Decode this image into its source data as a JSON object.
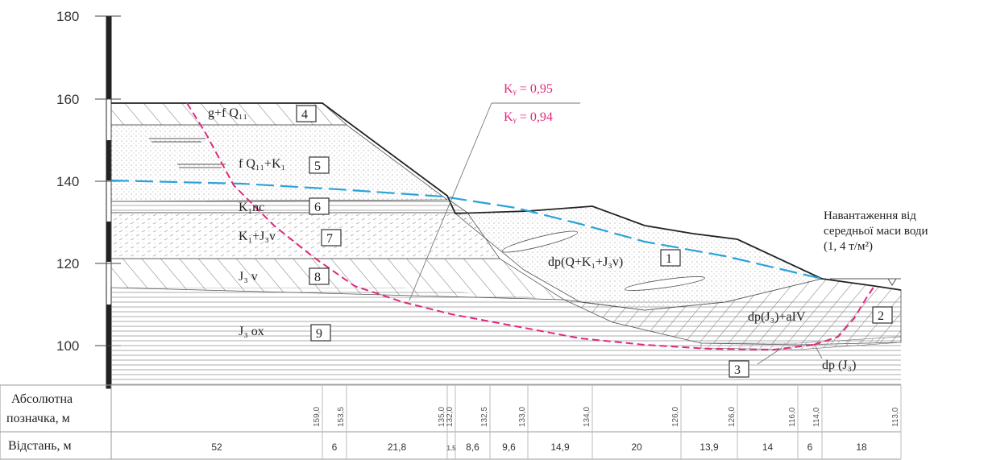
{
  "axis": {
    "ticks": [
      "180",
      "160",
      "140",
      "120",
      "100"
    ]
  },
  "layers": [
    {
      "id": "4",
      "label": "g+f Q₁₁"
    },
    {
      "id": "5",
      "label": "f Q₁₁+K₁"
    },
    {
      "id": "6",
      "label": "K₁nc"
    },
    {
      "id": "7",
      "label": "K₁+J₃v"
    },
    {
      "id": "8",
      "label": "J₃ v"
    },
    {
      "id": "9",
      "label": "J₃ ox"
    },
    {
      "id": "1",
      "label": "dp(Q+K₁+J₃v)"
    },
    {
      "id": "2",
      "label": "dp(J₃)+aIV"
    },
    {
      "id": "3",
      "label": "dp (J₃)"
    }
  ],
  "stability": {
    "k1": "Kᵧ = 0,95",
    "k2": "Kᵧ = 0,94"
  },
  "load_note": {
    "line1": "Навантаження від",
    "line2": "середньої маси води",
    "line3": "(1, 4 т/м²)"
  },
  "table": {
    "row1_label_line1": "Абсолютна",
    "row1_label_line2": "позначка, м",
    "row2_label": "Відстань, м",
    "elevations": [
      "159,0",
      "153,5",
      "135,0",
      "132,0",
      "132,5",
      "133,0",
      "134,0",
      "126,0",
      "126,0",
      "116,0",
      "114,0",
      "113,0"
    ],
    "distances": [
      "52",
      "6",
      "21,8",
      "1,5",
      "8,6",
      "9,6",
      "14,9",
      "20",
      "13,9",
      "14",
      "6",
      "18"
    ]
  },
  "colors": {
    "slip_line": "#e0297f",
    "water_table": "#2aa3d8",
    "ink": "#333333"
  }
}
